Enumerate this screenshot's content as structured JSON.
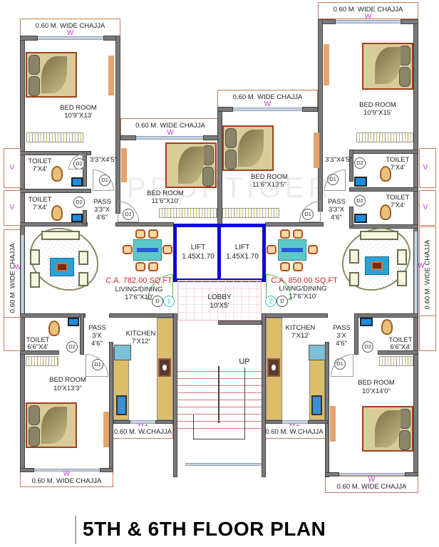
{
  "title": "5TH & 6TH FLOOR PLAN",
  "watermark": "PROPTIGER",
  "colors": {
    "wall": "#7a7a7a",
    "chajja_border": "#c8785a",
    "window_tag": "#c23ad6",
    "lift_border": "#0b0bd2",
    "carpet_area_text": "#d0242b",
    "door_circle_tag": "#2bc4c4"
  },
  "flats": [
    {
      "id": "1",
      "carpet_area": "C.A. 782.00 SQ.FT",
      "living_dining": {
        "name": "LIVING/DINING",
        "size": "17'6\"X10'"
      },
      "rooms": [
        {
          "name": "BED ROOM",
          "size": "10'9\"X13'"
        },
        {
          "name": "BED ROOM",
          "size": "11'6\"X10'"
        },
        {
          "name": "BED ROOM",
          "size": "10'X13'3\""
        },
        {
          "name": "TOILET",
          "size": "7'X4'"
        },
        {
          "name": "TOILET",
          "size": "7'X4'"
        },
        {
          "name": "TOILET",
          "size": "6'6\"X4'"
        },
        {
          "name": "PASS",
          "size": "3'3\"X 4'6\""
        },
        {
          "name": "PASS",
          "size": "3'X 4'6\""
        },
        {
          "name": "KITCHEN",
          "size": "7'X12'"
        }
      ],
      "passage_size": "3'3\"X4'5\""
    },
    {
      "id": "2",
      "carpet_area": "C.A. 850.00 SQ.FT",
      "living_dining": {
        "name": "LIVING/DINING",
        "size": "17'6\"X10'"
      },
      "rooms": [
        {
          "name": "BED ROOM",
          "size": "10'9\"X15'"
        },
        {
          "name": "BED ROOM",
          "size": "11'6\"X13'5\""
        },
        {
          "name": "BED ROOM",
          "size": "10'X14'0\""
        },
        {
          "name": "TOILET",
          "size": "7'X4'"
        },
        {
          "name": "TOILET",
          "size": "7'X4'"
        },
        {
          "name": "TOILET",
          "size": "6'6\"X4'"
        },
        {
          "name": "PASS",
          "size": "3'3\"X 4'6\""
        },
        {
          "name": "PASS",
          "size": "3'X 4'6\""
        },
        {
          "name": "KITCHEN",
          "size": "7'X12'"
        }
      ],
      "passage_size": "3'3\"X4'5\""
    }
  ],
  "common": {
    "lift_left": {
      "name": "LIFT",
      "size": "1.45X1.70"
    },
    "lift_right": {
      "name": "LIFT",
      "size": "1.45X1.70"
    },
    "lobby": {
      "name": "LOBBY",
      "size": "10'X5'"
    },
    "stair_label": "UP"
  },
  "labels": {
    "chajja_wide": "0.60 M. WIDE CHAJJA",
    "chajja_w": "0.60 M. W.CHAJJA",
    "window_w": "W",
    "window_w1": "W1",
    "window_v": "V",
    "door_d": "D",
    "door_d1": "D1",
    "door_d2": "D2",
    "flat_1": "1",
    "flat_2": "2"
  }
}
